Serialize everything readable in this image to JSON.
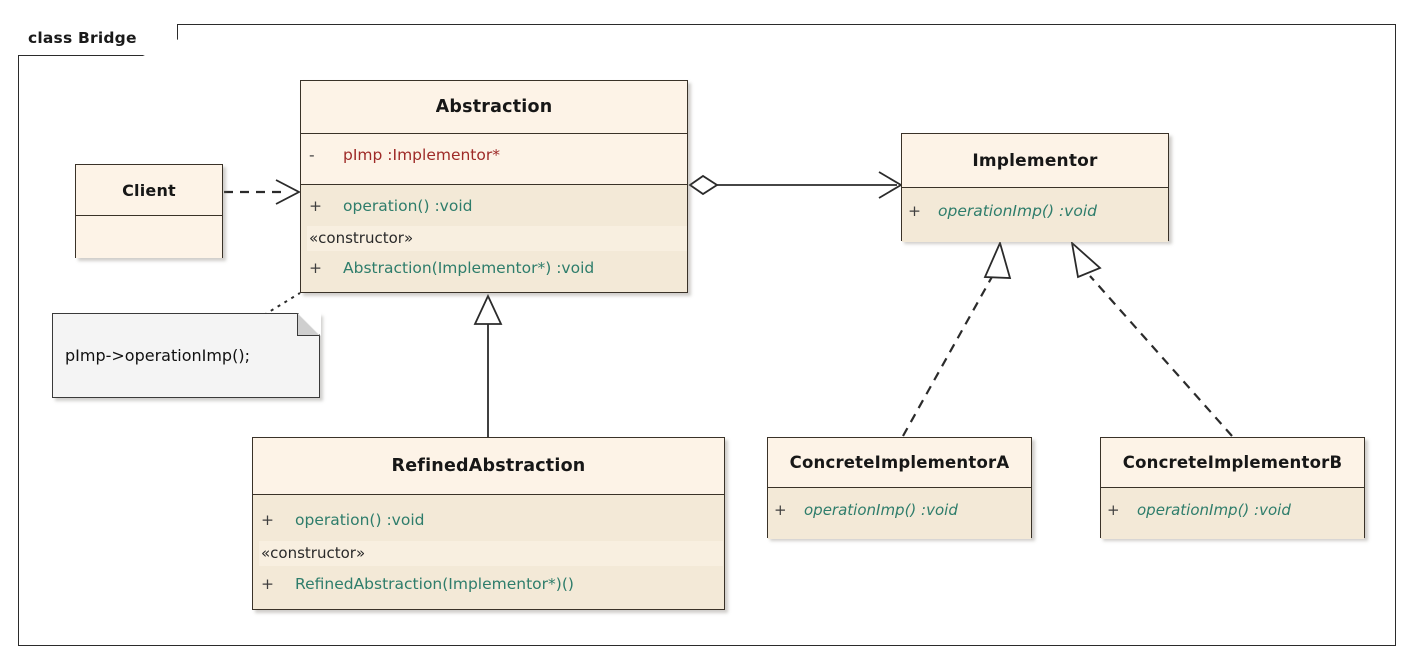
{
  "frame": {
    "label": "class Bridge"
  },
  "classes": {
    "client": {
      "name": "Client",
      "members": []
    },
    "abstraction": {
      "name": "Abstraction",
      "attributes": [
        {
          "visibility": "-",
          "signature": "pImp  :Implementor*"
        }
      ],
      "operations": [
        {
          "visibility": "+",
          "signature": "operation()  :void",
          "abstract": false
        }
      ],
      "stereotype": "«constructor»",
      "constructors": [
        {
          "visibility": "+",
          "signature": "Abstraction(Implementor*)  :void",
          "abstract": false
        }
      ]
    },
    "refined_abstraction": {
      "name": "RefinedAbstraction",
      "operations": [
        {
          "visibility": "+",
          "signature": "operation()  :void",
          "abstract": false
        }
      ],
      "stereotype": "«constructor»",
      "constructors": [
        {
          "visibility": "+",
          "signature": "RefinedAbstraction(Implementor*)()",
          "abstract": false
        }
      ]
    },
    "implementor": {
      "name": "Implementor",
      "operations": [
        {
          "visibility": "+",
          "signature": "operationImp()  :void",
          "abstract": true
        }
      ]
    },
    "concrete_implementor_a": {
      "name": "ConcreteImplementorA",
      "operations": [
        {
          "visibility": "+",
          "signature": "operationImp()  :void",
          "abstract": true
        }
      ]
    },
    "concrete_implementor_b": {
      "name": "ConcreteImplementorB",
      "operations": [
        {
          "visibility": "+",
          "signature": "operationImp()  :void",
          "abstract": true
        }
      ]
    }
  },
  "note": {
    "text": "pImp->operationImp();"
  },
  "relationships": [
    {
      "kind": "dependency",
      "from": "Client",
      "to": "Abstraction",
      "style": "dashed-open-arrow"
    },
    {
      "kind": "aggregation",
      "from": "Abstraction",
      "to": "Implementor",
      "style": "solid-hollow-diamond-open-arrow"
    },
    {
      "kind": "generalization",
      "from": "RefinedAbstraction",
      "to": "Abstraction",
      "style": "solid-hollow-triangle"
    },
    {
      "kind": "realization",
      "from": "ConcreteImplementorA",
      "to": "Implementor",
      "style": "dashed-hollow-triangle"
    },
    {
      "kind": "realization",
      "from": "ConcreteImplementorB",
      "to": "Implementor",
      "style": "dashed-hollow-triangle"
    },
    {
      "kind": "note-anchor",
      "from": "note",
      "to": "Abstraction",
      "style": "dotted"
    }
  ],
  "colors": {
    "class_fill_title": "#fdf3e7",
    "class_fill_ops": "#f3e9d7",
    "class_border": "#3a3228",
    "attribute_text": "#9e2a28",
    "operation_text": "#2e7d6b",
    "note_fill": "#f4f4f4",
    "frame_border": "#2b2b2b",
    "canvas_background": "#ffffff"
  }
}
